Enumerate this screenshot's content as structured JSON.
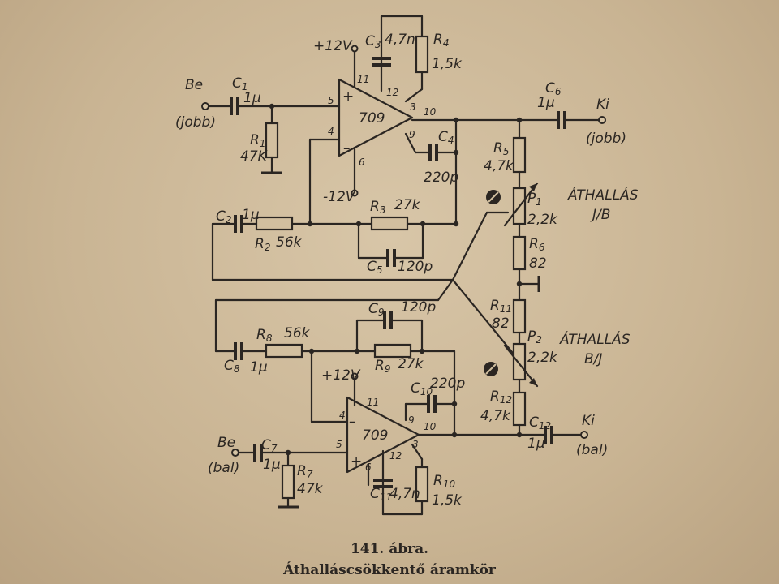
{
  "caption": {
    "number": "141. ábra.",
    "title": "Áthalláscsökkentő áramkör"
  },
  "opamps": {
    "upper": "709",
    "lower": "709"
  },
  "pins": {
    "upper": {
      "plus": "5",
      "minus": "4",
      "vcc": "11",
      "comp": "12",
      "out_comp": "3",
      "out": "10",
      "p9": "9",
      "vee": "6"
    },
    "lower": {
      "plus": "5",
      "minus": "4",
      "vcc": "11",
      "comp": "12",
      "out_comp": "3",
      "out": "10",
      "p9": "9",
      "vee": "6"
    }
  },
  "supplies": {
    "pos": "+12V",
    "neg": "-12V",
    "pos_lower": "+12V"
  },
  "terminals": {
    "in_right": {
      "name": "Be",
      "side": "(jobb)"
    },
    "out_right": {
      "name": "Ki",
      "side": "(jobb)"
    },
    "in_left": {
      "name": "Be",
      "side": "(bal)"
    },
    "out_left": {
      "name": "Ki",
      "side": "(bal)"
    }
  },
  "components": {
    "C1": {
      "ref": "C",
      "sub": "1",
      "value": "1µ"
    },
    "R1": {
      "ref": "R",
      "sub": "1",
      "value": "47K"
    },
    "C3": {
      "ref": "C",
      "sub": "3",
      "value": "4,7n"
    },
    "R4": {
      "ref": "R",
      "sub": "4",
      "value": "1,5k"
    },
    "C4": {
      "ref": "C",
      "sub": "4",
      "value": "220p"
    },
    "C6": {
      "ref": "C",
      "sub": "6",
      "value": "1µ"
    },
    "R5": {
      "ref": "R",
      "sub": "5",
      "value": "4,7k"
    },
    "P1": {
      "ref": "P",
      "sub": "1",
      "value": "2,2k"
    },
    "R6": {
      "ref": "R",
      "sub": "6",
      "value": "82"
    },
    "R11": {
      "ref": "R",
      "sub": "11",
      "value": "82"
    },
    "P2": {
      "ref": "P",
      "sub": "2",
      "value": "2,2k"
    },
    "R12": {
      "ref": "R",
      "sub": "12",
      "value": "4,7k"
    },
    "C12": {
      "ref": "C",
      "sub": "12",
      "value": "1µ"
    },
    "C2": {
      "ref": "C",
      "sub": "2",
      "value": "1µ"
    },
    "R2": {
      "ref": "R",
      "sub": "2",
      "value": "56k"
    },
    "R3": {
      "ref": "R",
      "sub": "3",
      "value": "27k"
    },
    "C5": {
      "ref": "C",
      "sub": "5",
      "value": "120p"
    },
    "C9": {
      "ref": "C",
      "sub": "9",
      "value": "120p"
    },
    "R8": {
      "ref": "R",
      "sub": "8",
      "value": "56k"
    },
    "C8": {
      "ref": "C",
      "sub": "8",
      "value": "1µ"
    },
    "R9": {
      "ref": "R",
      "sub": "9",
      "value": "27k"
    },
    "C10": {
      "ref": "C",
      "sub": "10",
      "value": "220p"
    },
    "C7": {
      "ref": "C",
      "sub": "7",
      "value": "1µ"
    },
    "R7": {
      "ref": "R",
      "sub": "7",
      "value": "47k"
    },
    "C11": {
      "ref": "C",
      "sub": "11",
      "value": "4,7n"
    },
    "R10": {
      "ref": "R",
      "sub": "10",
      "value": "1,5k"
    }
  },
  "labels": {
    "athallas_jb": {
      "line1": "ÁTHALLÁS",
      "line2": "J/B"
    },
    "athallas_bj": {
      "line1": "ÁTHALLÁS",
      "line2": "B/J"
    }
  }
}
